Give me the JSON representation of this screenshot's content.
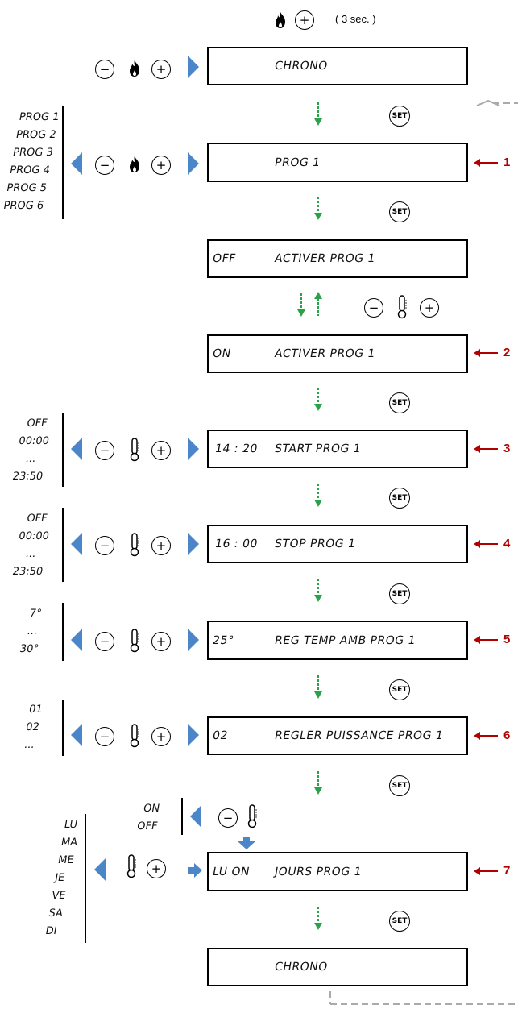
{
  "header": {
    "duration": "( 3 sec. )",
    "plus": "+",
    "minus": "−",
    "set": "SET"
  },
  "screens": [
    {
      "left": "",
      "text": "CHRONO"
    },
    {
      "left": "",
      "text": "PROG 1",
      "callout": "1"
    },
    {
      "left": "OFF",
      "text": "ACTIVER PROG 1"
    },
    {
      "left": "ON",
      "text": "ACTIVER PROG 1",
      "callout": "2"
    },
    {
      "left": "14 : 20",
      "text": "START PROG 1",
      "callout": "3"
    },
    {
      "left": "16 : 00",
      "text": "STOP PROG 1",
      "callout": "4"
    },
    {
      "left": "25°",
      "text": "REG TEMP AMB PROG 1",
      "callout": "5"
    },
    {
      "left": "02",
      "text": "REGLER PUISSANCE PROG 1",
      "callout": "6"
    },
    {
      "left": "LU  ON",
      "text": "JOURS PROG 1",
      "callout": "7"
    },
    {
      "left": "",
      "text": "CHRONO"
    }
  ],
  "side_lists": {
    "progs": [
      "PROG 1",
      "PROG 2",
      "PROG 3",
      "PROG 4",
      "PROG 5",
      "PROG 6"
    ],
    "start_range": [
      "OFF",
      "00:00",
      "...",
      "23:50"
    ],
    "stop_range": [
      "OFF",
      "00:00",
      "...",
      "23:50"
    ],
    "temp_range": [
      "7°",
      "...",
      "30°"
    ],
    "power_range": [
      "01",
      "02",
      "..."
    ],
    "onoff": [
      "ON",
      "OFF"
    ],
    "days": [
      "LU",
      "MA",
      "ME",
      "JE",
      "VE",
      "SA",
      "DI"
    ]
  },
  "colors": {
    "arrow_blue": "#4a86c8",
    "arrow_green": "#2aa24a",
    "callout_red": "#b00000",
    "dashed_gray": "#aaaaaa"
  }
}
